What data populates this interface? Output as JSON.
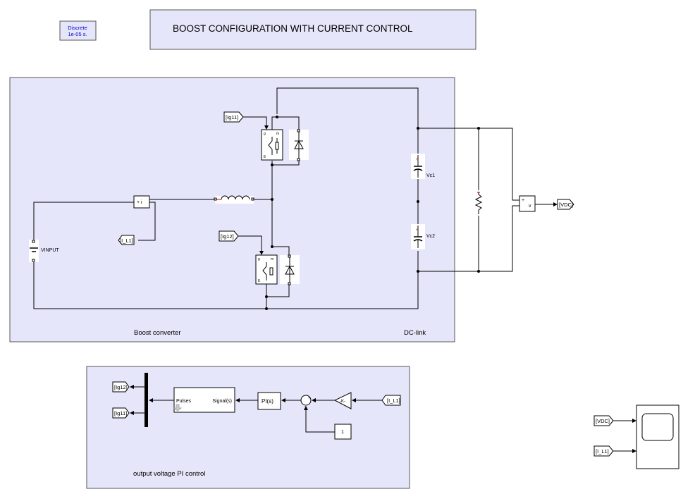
{
  "powergui": {
    "line1": "Discrete",
    "line2": "1e-05 s."
  },
  "title": "BOOST CONFIGURATION WITH CURRENT CONTROL",
  "areas": {
    "boost": "Boost converter",
    "dclink": "DC-link",
    "control": "output voltage PI control"
  },
  "tags": {
    "ig11_top": "[Ig11]",
    "ig12_mid": "[Ig12]",
    "il1_goto": "[I_L1]",
    "vdc_goto": "[VDC]",
    "ig12_goto": "[Ig12]",
    "ig11_goto": "[Ig11]",
    "il1_from": "[I_L1]",
    "vdc_scope": "[VDC]",
    "il1_scope": "[I_L1]"
  },
  "components": {
    "vinput": "VINPUT",
    "vc1": "Vc1",
    "vc2": "Vc2",
    "gain": "-K-",
    "pi": "PI(s)",
    "pwm_in": "Pulses",
    "pwm_out": "Signal(s)",
    "constant": "1",
    "vmeter_plus": "+",
    "vmeter_v": "v",
    "ameter": "+ i",
    "sum_plus": "+",
    "sum_minus": "-"
  },
  "colors": {
    "area_fill": "#e6e6fa",
    "powergui_text": "#0000c8",
    "port_red": "#d00000"
  }
}
